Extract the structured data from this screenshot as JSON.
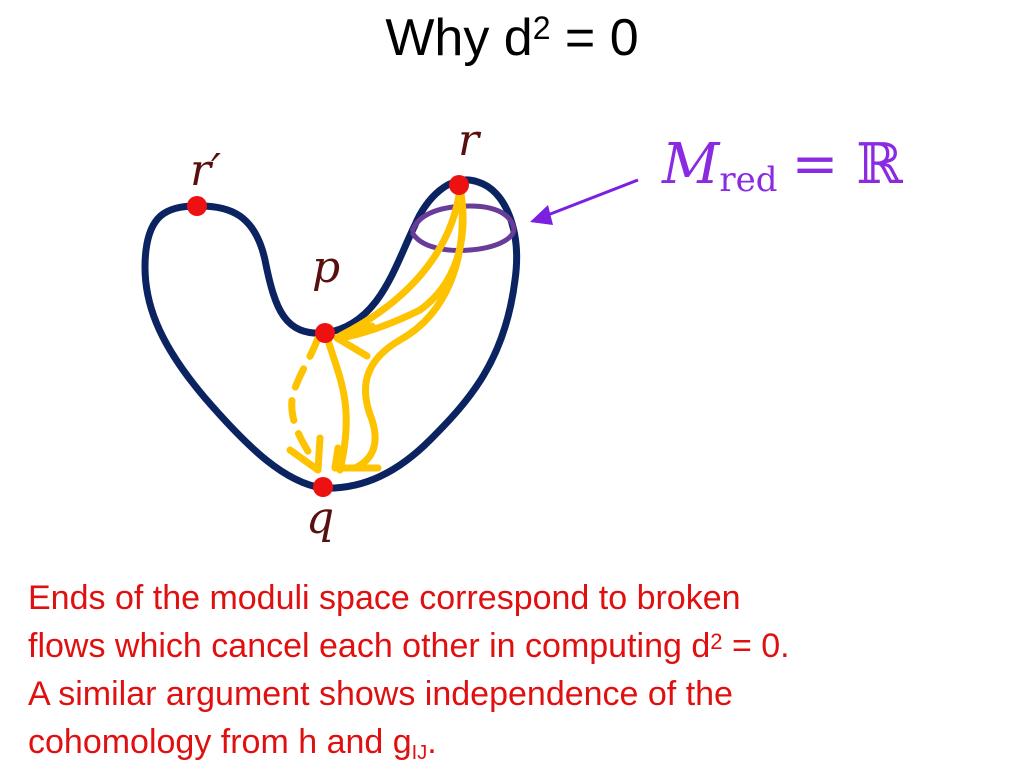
{
  "title": {
    "prefix": "Why d",
    "sup": "2",
    "suffix": " = 0"
  },
  "labels": {
    "r_prime": "r′",
    "r": "r",
    "p": "p",
    "q": "q",
    "moduli": {
      "symbol": "M",
      "sub": "red",
      "rhs": "= ℝ"
    }
  },
  "caption": {
    "line1": "Ends of the moduli space correspond to broken",
    "line2_prefix": "flows which cancel each other in computing d",
    "line2_sup": "2",
    "line2_suffix": " = 0.",
    "line3": "A similar argument shows independence of the",
    "line4_prefix": "cohomology from h and g",
    "line4_sub": "IJ",
    "line4_suffix": "."
  },
  "colors": {
    "curve": "#0b2461",
    "flow": "#fdc300",
    "point": "#ee1111",
    "ellipse": "#6a3c9a",
    "moduli": "#8a2be2",
    "caption": "#e01010"
  }
}
